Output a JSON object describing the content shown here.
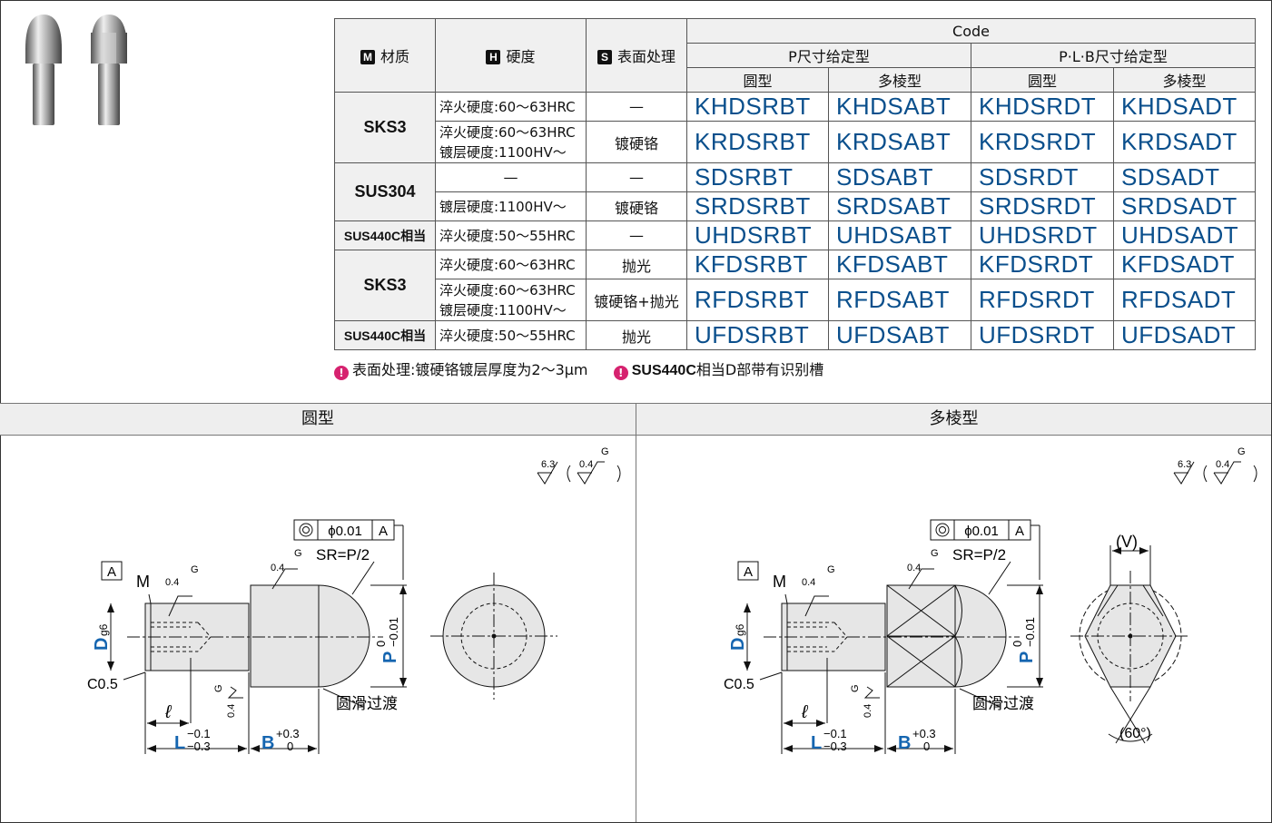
{
  "table": {
    "header": {
      "material": "材质",
      "material_badge": "M",
      "hardness": "硬度",
      "hardness_badge": "H",
      "surface": "表面处理",
      "surface_badge": "S",
      "code": "Code",
      "p_type": "P尺寸给定型",
      "plb_type": "P·L·B尺寸给定型",
      "round": "圆型",
      "poly": "多棱型"
    },
    "rows": [
      {
        "material": "SKS3",
        "hardness": "淬火硬度:60～63HRC",
        "hardness2": "",
        "surface": "—",
        "codes": [
          "KHDSRBT",
          "KHDSABT",
          "KHDSRDT",
          "KHDSADT"
        ]
      },
      {
        "material": "",
        "hardness": "淬火硬度:60～63HRC",
        "hardness2": "镀层硬度:1100HV～",
        "surface": "镀硬铬",
        "codes": [
          "KRDSRBT",
          "KRDSABT",
          "KRDSRDT",
          "KRDSADT"
        ]
      },
      {
        "material": "SUS304",
        "hardness": "—",
        "hardness2": "",
        "surface": "—",
        "codes": [
          "SDSRBT",
          "SDSABT",
          "SDSRDT",
          "SDSADT"
        ]
      },
      {
        "material": "",
        "hardness": "镀层硬度:1100HV～",
        "hardness2": "",
        "surface": "镀硬铬",
        "codes": [
          "SRDSRBT",
          "SRDSABT",
          "SRDSRDT",
          "SRDSADT"
        ]
      },
      {
        "material": "SUS440C相当",
        "hardness": "淬火硬度:50～55HRC",
        "hardness2": "",
        "surface": "—",
        "codes": [
          "UHDSRBT",
          "UHDSABT",
          "UHDSRDT",
          "UHDSADT"
        ]
      },
      {
        "material": "SKS3",
        "hardness": "淬火硬度:60～63HRC",
        "hardness2": "",
        "surface": "抛光",
        "codes": [
          "KFDSRBT",
          "KFDSABT",
          "KFDSRDT",
          "KFDSADT"
        ]
      },
      {
        "material": "",
        "hardness": "淬火硬度:60～63HRC",
        "hardness2": "镀层硬度:1100HV～",
        "surface": "镀硬铬+抛光",
        "codes": [
          "RFDSRBT",
          "RFDSABT",
          "RFDSRDT",
          "RFDSADT"
        ]
      },
      {
        "material": "SUS440C相当",
        "hardness": "淬火硬度:50～55HRC",
        "hardness2": "",
        "surface": "抛光",
        "codes": [
          "UFDSRBT",
          "UFDSABT",
          "UFDSRDT",
          "UFDSADT"
        ]
      }
    ]
  },
  "notes": {
    "note1": "表面处理:镀硬铬镀层厚度为2～3μm",
    "note2_bold": "SUS440C",
    "note2": "相当D部带有识别槽"
  },
  "sections": {
    "left_title": "圆型",
    "right_title": "多棱型"
  },
  "drawing": {
    "rough1": "6.3",
    "rough2": "0.4",
    "grind": "G",
    "datum": "A",
    "conc": "ϕ0.01",
    "sr": "SR=P/2",
    "m": "M",
    "d": "D",
    "d_tol": "g6",
    "c05": "C0.5",
    "ell": "ℓ",
    "L": "L",
    "L_tol_up": "−0.1",
    "L_tol_lo": "−0.3",
    "B": "B",
    "B_tol_up": "+0.3",
    "B_tol_lo": "0",
    "P": "P",
    "P_tol_up": "0",
    "P_tol_lo": "−0.01",
    "smooth": "圆滑过渡",
    "v": "(V)",
    "angle": "(60°)"
  },
  "colors": {
    "code_blue": "#0a4f8c",
    "dim_blue": "#1565b0",
    "pin": "#d6226f"
  }
}
